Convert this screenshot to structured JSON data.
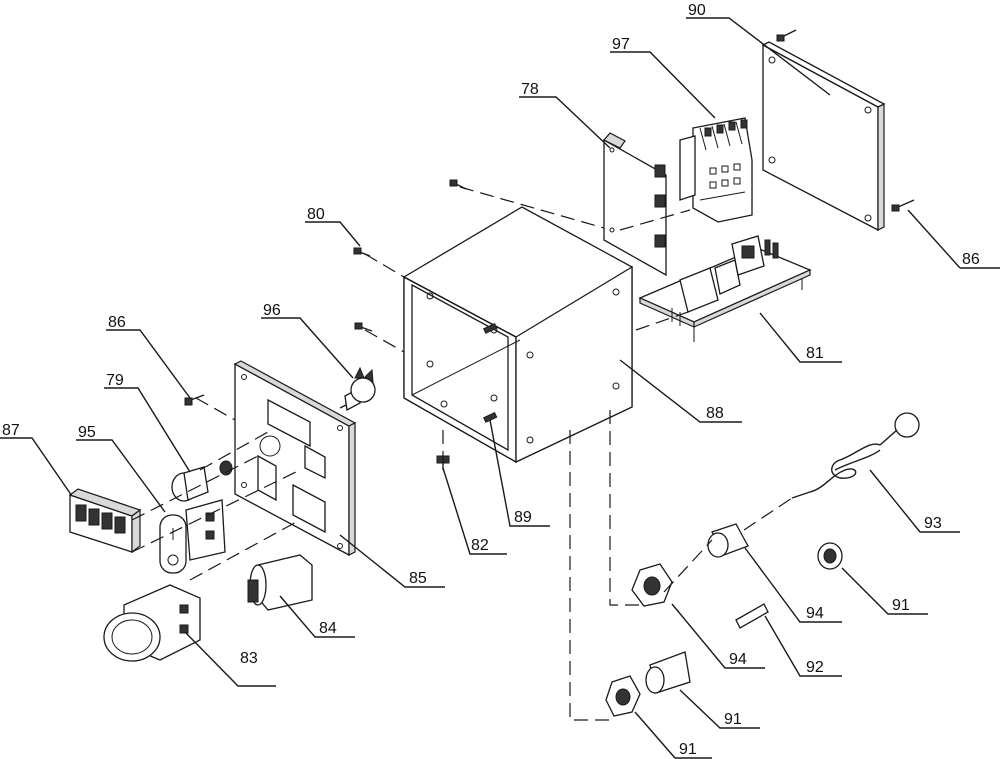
{
  "labels": {
    "l90": "90",
    "l97": "97",
    "l78": "78",
    "l80": "80",
    "l86a": "86",
    "l86b": "86",
    "l96": "96",
    "l79": "79",
    "l87": "87",
    "l95": "95",
    "l88": "88",
    "l89": "89",
    "l82": "82",
    "l85": "85",
    "l84": "84",
    "l83": "83",
    "l81": "81",
    "l93": "93",
    "l91a": "91",
    "l91b": "91",
    "l91c": "91",
    "l94a": "94",
    "l94b": "94",
    "l92": "92"
  }
}
